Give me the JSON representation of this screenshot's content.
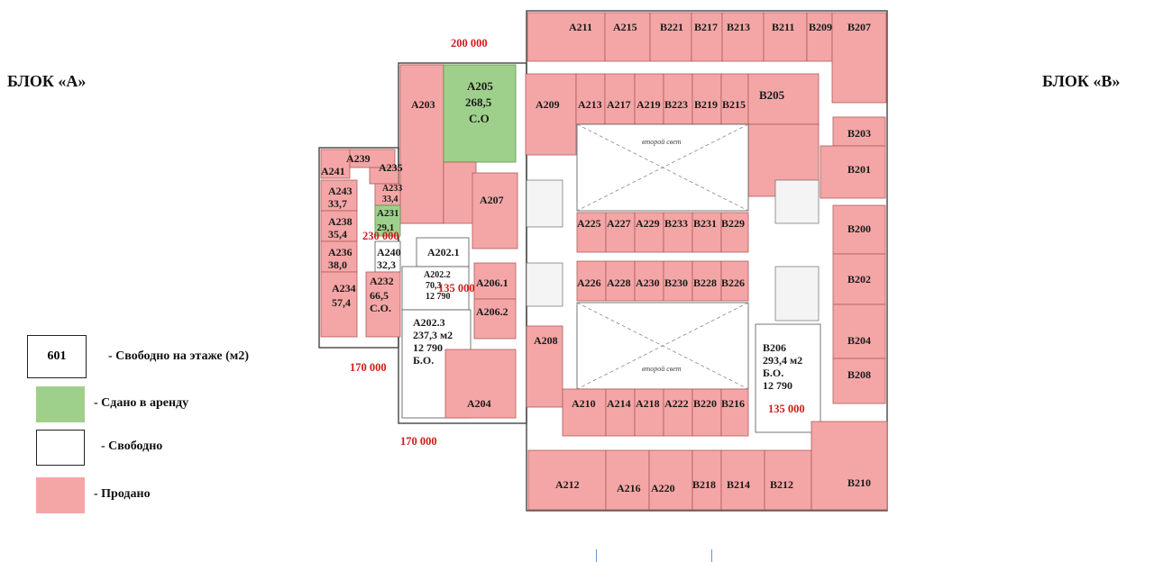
{
  "blocks": {
    "a": "БЛОК «А»",
    "b": "БЛОК «В»"
  },
  "legend": {
    "free_value": "601",
    "free_floor": "- Свободно на этаже (м2)",
    "rented": "- Сдано в аренду",
    "free": "- Свободно",
    "sold": "- Продано"
  },
  "colors": {
    "sold": "#f4a6a6",
    "rented": "#9fd08b",
    "free": "#ffffff",
    "price": "#d21a1a"
  },
  "units": {
    "A211": "A211",
    "A215": "A215",
    "B221": "B221",
    "B217": "B217",
    "B213": "B213",
    "B211": "B211",
    "B209": "B209",
    "B207": "B207",
    "A203": "A203",
    "A205": "A205",
    "A205_area": "268,5",
    "A205_status": "С.О",
    "A209": "A209",
    "A213": "A213",
    "A217": "A217",
    "A219": "A219",
    "B223": "B223",
    "B219": "B219",
    "B215": "B215",
    "B205": "B205",
    "B203": "B203",
    "B201": "B201",
    "B200": "B200",
    "B202": "B202",
    "B204": "B204",
    "B208": "B208",
    "B210": "B210",
    "A239": "A239",
    "A241": "A241",
    "A235": "A235",
    "A243": "A243",
    "A243_area": "33,7",
    "A233": "A233",
    "A233_area": "33,4",
    "A231": "A231",
    "A231_area": "29,1",
    "A238": "A238",
    "A238_area": "35,4",
    "A236": "A236",
    "A236_area": "38,0",
    "A240": "A240",
    "A240_area": "32,3",
    "A234": "A234",
    "A234_area": "57,4",
    "A232": "A232",
    "A232_area": "66,5",
    "A232_status": "С.О.",
    "A207": "A207",
    "A202_1": "A202.1",
    "A202_2": "A202.2",
    "A202_2_area": "70,3",
    "A202_2_price": "12 790",
    "A206_1": "A206.1",
    "A206_2": "A206.2",
    "A202_3": "A202.3",
    "A202_3_area": "237,3 м2",
    "A202_3_price": "12 790",
    "A202_3_status": "Б.О.",
    "A208": "A208",
    "A204": "A204",
    "A225": "A225",
    "A227": "A227",
    "A229": "A229",
    "B233": "B233",
    "B231": "B231",
    "B229": "B229",
    "A226": "A226",
    "A228": "A228",
    "A230": "A230",
    "B230": "B230",
    "B228": "B228",
    "B226": "B226",
    "B206": "B206",
    "B206_area": "293,4 м2",
    "B206_status": "Б.О.",
    "B206_price": "12 790",
    "A210": "A210",
    "A214": "A214",
    "A218": "A218",
    "A222": "A222",
    "B220": "B220",
    "B216": "B216",
    "A212": "A212",
    "A216": "A216",
    "A220": "A220",
    "B218": "B218",
    "B214": "B214",
    "B212": "B212"
  },
  "prices": {
    "top": "200 000",
    "a231": "230 000",
    "a202_2": "135 000",
    "left_bottom": "170 000",
    "a204": "170 000",
    "b206": "135 000"
  },
  "atrium": {
    "upper": "второй свет",
    "lower": "второй свет"
  }
}
